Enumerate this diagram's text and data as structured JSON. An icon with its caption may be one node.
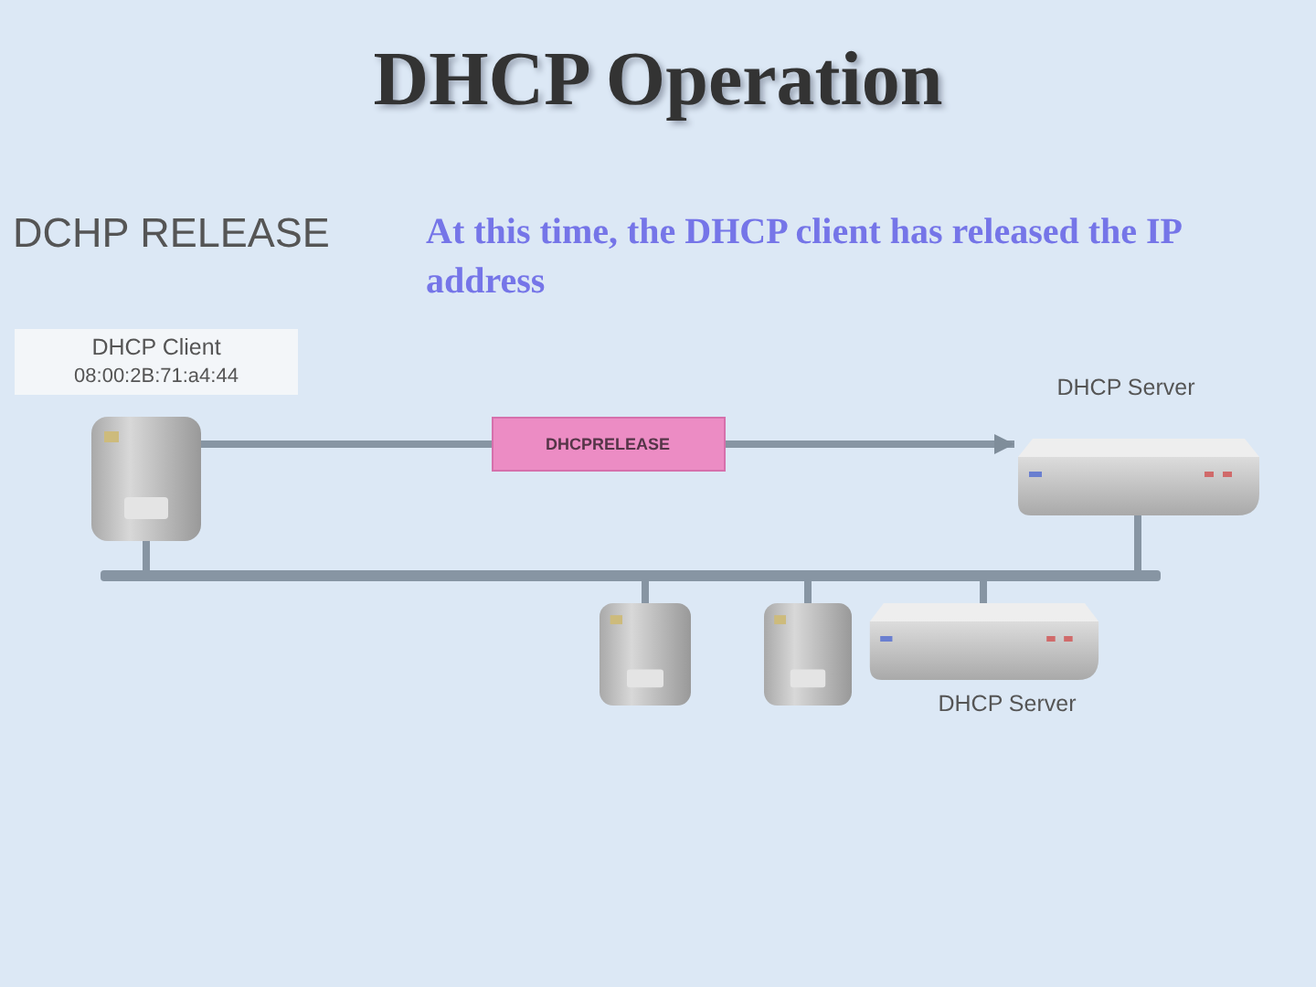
{
  "diagram": {
    "title": "DHCP Operation",
    "nodes": [
      {
        "text": [],
        "shape": "picture",
        "beside": [
          "DHCP Client",
          "08:00:2B:71:a4:44"
        ]
      },
      {
        "text": [],
        "shape": "picture",
        "beside": [
          "DHCP Server"
        ]
      },
      {
        "text": [],
        "shape": "bar"
      },
      {
        "text": [],
        "shape": "picture"
      },
      {
        "text": [],
        "shape": "picture"
      },
      {
        "text": [],
        "shape": "picture",
        "beside": [
          "DHCP Server"
        ]
      }
    ],
    "edges": [
      {
        "from": 0,
        "to": 1,
        "arrow": "to",
        "label": "DHCPRELEASE"
      },
      {
        "from": 0,
        "to": 2,
        "arrow": "none"
      },
      {
        "from": 1,
        "to": 2,
        "arrow": "none"
      },
      {
        "from": 2,
        "to": 3,
        "arrow": "none"
      },
      {
        "from": 2,
        "to": 4,
        "arrow": "none"
      },
      {
        "from": 2,
        "to": 5,
        "arrow": "none"
      }
    ],
    "labels": [
      "DCHP RELEASE",
      "At this time, the DHCP client has released the IP address"
    ]
  }
}
